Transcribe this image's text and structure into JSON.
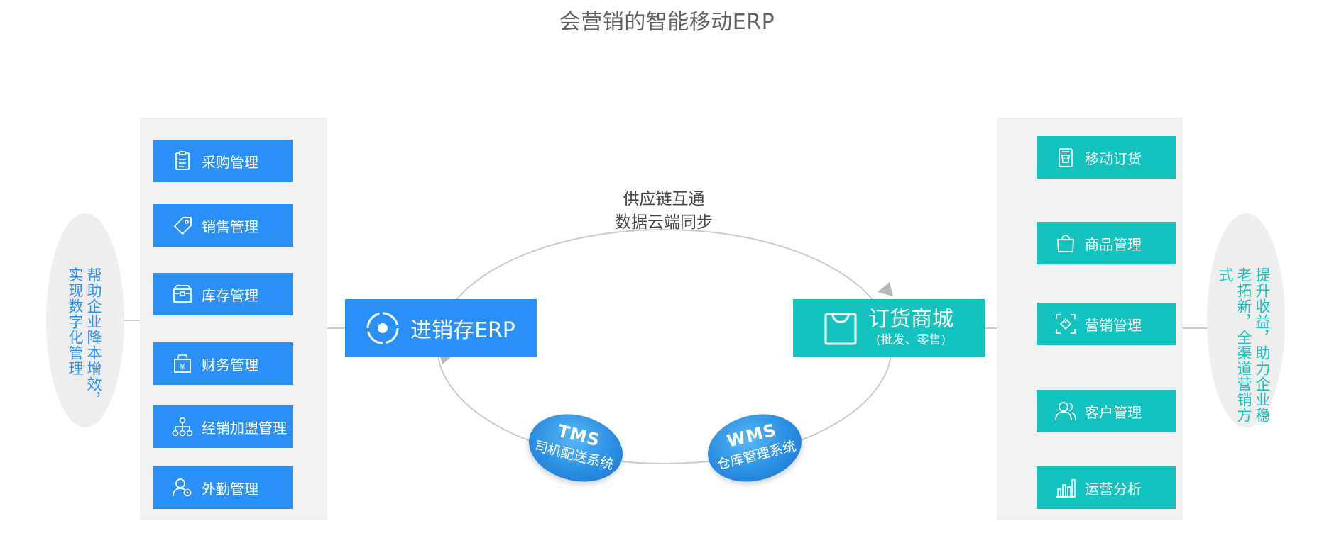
{
  "title": "会营销的智能移动ERP",
  "colors": {
    "blue": "#2a8ff7",
    "teal": "#13c3bf",
    "panel": "#f1f1f1",
    "line": "#cccccc"
  },
  "left": {
    "description": "帮助企业降本增效，实现数字化管理",
    "description_col1": "帮助企业降本增效",
    "description_col2": "实现数字化管理",
    "items": [
      {
        "label": "采购管理",
        "icon": "clipboard-icon"
      },
      {
        "label": "销售管理",
        "icon": "price-tag-icon"
      },
      {
        "label": "库存管理",
        "icon": "storage-box-icon"
      },
      {
        "label": "财务管理",
        "icon": "yuan-wallet-icon"
      },
      {
        "label": "经销加盟管理",
        "icon": "org-chart-icon"
      },
      {
        "label": "外勤管理",
        "icon": "field-staff-icon"
      }
    ]
  },
  "right": {
    "description": "提升收益，助力企业稳老拓新，全渠道营销方式",
    "description_col1": "提升收益",
    "description_col2": "助力企业稳老拓新",
    "description_col3": "全渠道营销方式",
    "items": [
      {
        "label": "移动订货",
        "icon": "mobile-order-icon"
      },
      {
        "label": "商品管理",
        "icon": "shopping-bag-icon"
      },
      {
        "label": "营销管理",
        "icon": "scan-tag-icon"
      },
      {
        "label": "客户管理",
        "icon": "users-icon"
      },
      {
        "label": "运营分析",
        "icon": "bar-chart-icon"
      }
    ]
  },
  "center": {
    "erp_label": "进销存ERP",
    "mall_label": "订货商城",
    "mall_sub": "(批发、零售)",
    "sync_line1": "供应链互通",
    "sync_line2": "数据云端同步",
    "tms_title": "TMS",
    "tms_sub": "司机配送系统",
    "wms_title": "WMS",
    "wms_sub": "仓库管理系统"
  }
}
